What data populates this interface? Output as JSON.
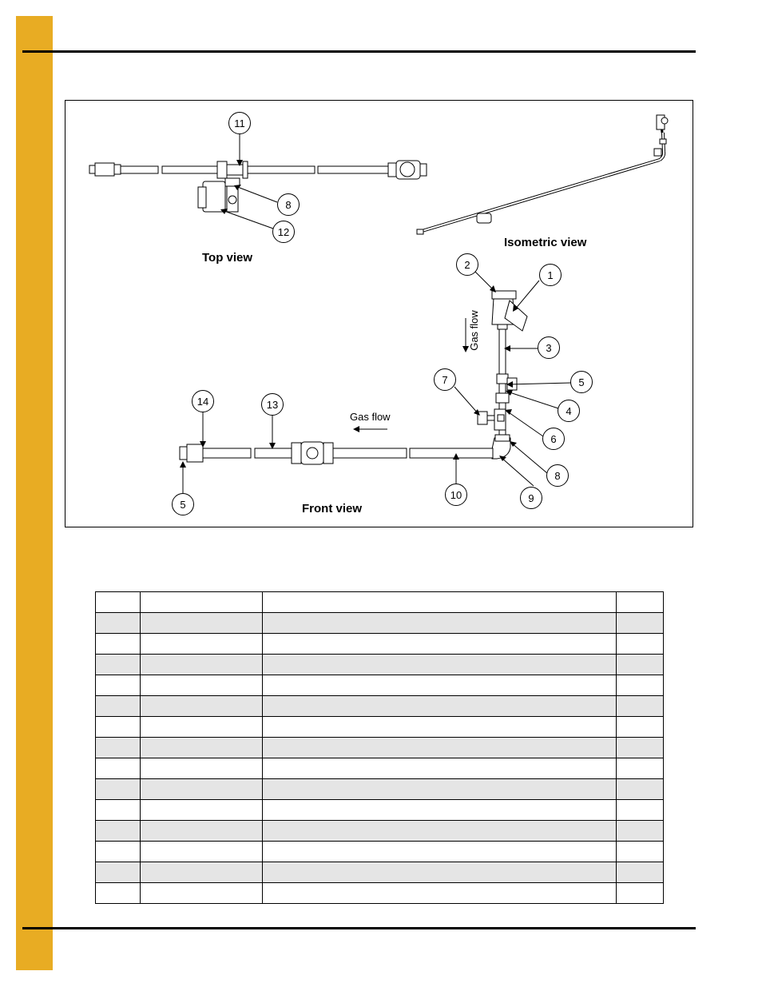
{
  "page": {
    "accent_color": "#e8ac23",
    "rule_color": "#000000"
  },
  "figure": {
    "views": {
      "top": "Top view",
      "isometric": "Isometric view",
      "front": "Front view"
    },
    "gas_flow_label": "Gas flow",
    "callouts": [
      "11",
      "8",
      "12",
      "2",
      "1",
      "3",
      "5",
      "4",
      "7",
      "6",
      "8",
      "9",
      "10",
      "14",
      "13",
      "5"
    ]
  },
  "parts_table": {
    "columns": 4,
    "header": [
      "",
      "",
      "",
      ""
    ],
    "rows": [
      [
        "",
        "",
        "",
        ""
      ],
      [
        "",
        "",
        "",
        ""
      ],
      [
        "",
        "",
        "",
        ""
      ],
      [
        "",
        "",
        "",
        ""
      ],
      [
        "",
        "",
        "",
        ""
      ],
      [
        "",
        "",
        "",
        ""
      ],
      [
        "",
        "",
        "",
        ""
      ],
      [
        "",
        "",
        "",
        ""
      ],
      [
        "",
        "",
        "",
        ""
      ],
      [
        "",
        "",
        "",
        ""
      ],
      [
        "",
        "",
        "",
        ""
      ],
      [
        "",
        "",
        "",
        ""
      ],
      [
        "",
        "",
        "",
        ""
      ],
      [
        "",
        "",
        "",
        ""
      ]
    ]
  }
}
